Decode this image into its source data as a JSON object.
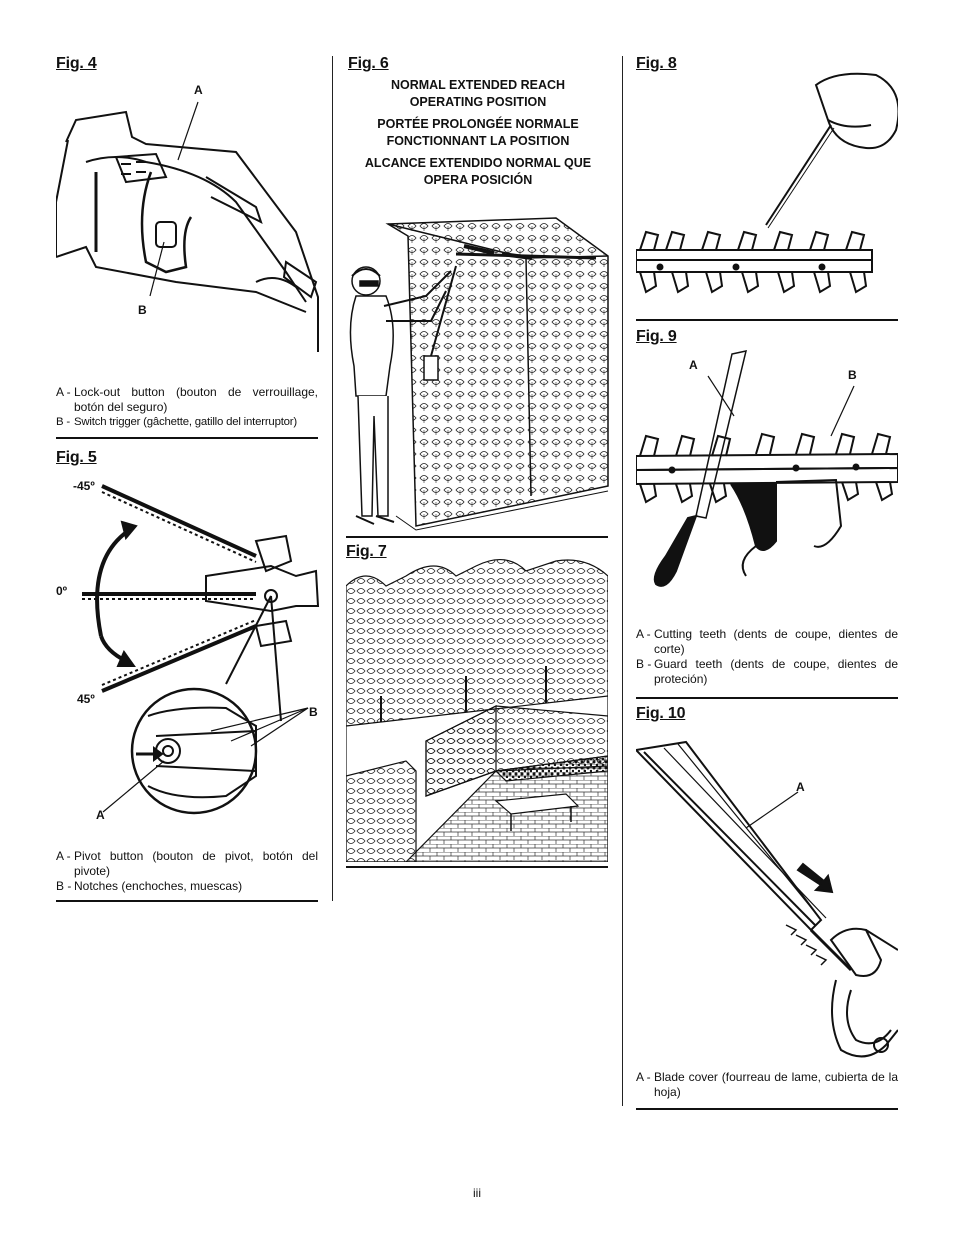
{
  "fig4": {
    "title": "Fig. 4",
    "callouts": {
      "a": "A",
      "b": "B"
    },
    "legend": [
      {
        "key": "A -",
        "text": "Lock-out button (bouton de verrouillage, botón del seguro)"
      },
      {
        "key": "B -",
        "text": "Switch trigger (gâchette, gatillo del interruptor)"
      }
    ]
  },
  "fig5": {
    "title": "Fig. 5",
    "angles": {
      "neg": "-45º",
      "zero": "0º",
      "pos": "45º"
    },
    "callouts": {
      "a": "A",
      "b": "B"
    },
    "legend": [
      {
        "key": "A -",
        "text": "Pivot button (bouton de pivot, botón del pivote)"
      },
      {
        "key": "B -",
        "text": "Notches (enchoches, muescas)"
      }
    ]
  },
  "fig6": {
    "title": "Fig. 6",
    "caption_en": [
      "NORMAL EXTENDED REACH",
      "OPERATING POSITION"
    ],
    "caption_fr": [
      "PORTÉE PROLONGÉE NORMALE",
      "FONCTIONNANT LA POSITION"
    ],
    "caption_es": [
      "ALCANCE EXTENDIDO NORMAL QUE",
      "OPERA POSICIÓN"
    ]
  },
  "fig7": {
    "title": "Fig. 7"
  },
  "fig8": {
    "title": "Fig. 8"
  },
  "fig9": {
    "title": "Fig. 9",
    "callouts": {
      "a": "A",
      "b": "B"
    },
    "legend": [
      {
        "key": "A -",
        "text": "Cutting teeth (dents de coupe, dientes de corte)"
      },
      {
        "key": "B -",
        "text": "Guard teeth (dents de coupe, dientes de proteción)"
      }
    ]
  },
  "fig10": {
    "title": "Fig. 10",
    "callouts": {
      "a": "A"
    },
    "legend": [
      {
        "key": "A -",
        "text": "Blade cover (fourreau de lame, cubierta de la hoja)"
      }
    ]
  },
  "page_number": "iii"
}
